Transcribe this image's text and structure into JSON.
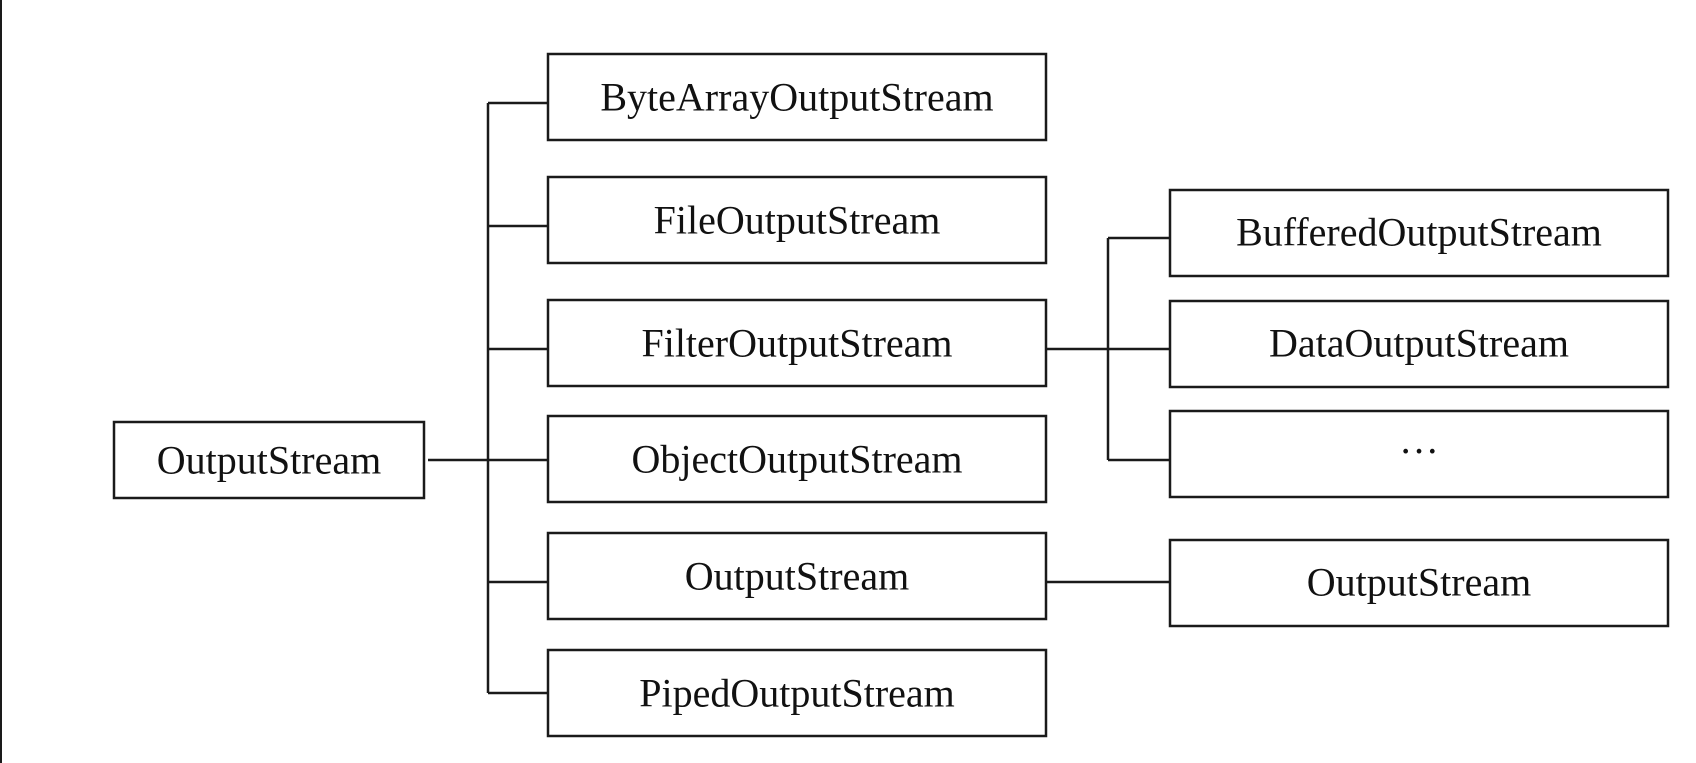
{
  "diagram": {
    "type": "class-hierarchy-tree",
    "root": {
      "id": "root",
      "label": "OutputStream"
    },
    "children": [
      {
        "id": "c1",
        "label": "ByteArrayOutputStream"
      },
      {
        "id": "c2",
        "label": "FileOutputStream"
      },
      {
        "id": "c3",
        "label": "FilterOutputStream"
      },
      {
        "id": "c4",
        "label": "ObjectOutputStream"
      },
      {
        "id": "c5",
        "label": "OutputStream"
      },
      {
        "id": "c6",
        "label": "PipedOutputStream"
      }
    ],
    "grandchildren": [
      {
        "id": "g1",
        "parent": "c3",
        "label": "BufferedOutputStream"
      },
      {
        "id": "g2",
        "parent": "c3",
        "label": "DataOutputStream"
      },
      {
        "id": "g3",
        "parent": "c3",
        "label": "···"
      },
      {
        "id": "g4",
        "parent": "c5",
        "label": "OutputStream"
      }
    ],
    "colors": {
      "stroke": "#1a1a1a",
      "text": "#111111",
      "background": "#ffffff"
    }
  }
}
